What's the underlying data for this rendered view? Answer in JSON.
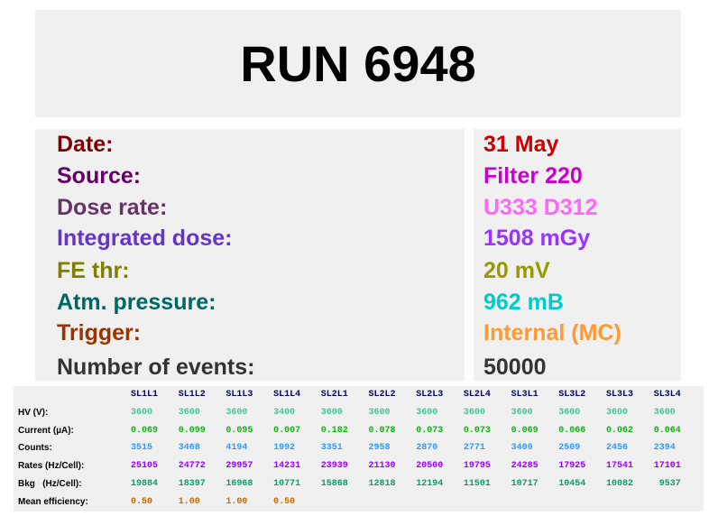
{
  "title": "RUN 6948",
  "info": [
    {
      "label": "Date:",
      "value": "31 May",
      "label_color": "#7f0000",
      "value_color": "#cc0000"
    },
    {
      "label": "Source:",
      "value": "Filter 220",
      "label_color": "#660066",
      "value_color": "#cc00cc"
    },
    {
      "label": "Dose rate:",
      "value": "U333 D312",
      "label_color": "#663366",
      "value_color": "#ff66ff"
    },
    {
      "label": "Integrated dose:",
      "value": "1508 mGy",
      "label_color": "#6633cc",
      "value_color": "#9933ff"
    },
    {
      "label": "FE thr:",
      "value": "20 mV",
      "label_color": "#808000",
      "value_color": "#999900"
    },
    {
      "label": "Atm. pressure:",
      "value": "962 mB",
      "label_color": "#006666",
      "value_color": "#00cccc"
    },
    {
      "label": "Trigger:",
      "value": "Internal (MC)",
      "label_color": "#993300",
      "value_color": "#ff9933"
    },
    {
      "label": "Number of events:",
      "value": "50000",
      "label_color": "#333333",
      "value_color": "#333333"
    }
  ],
  "table": {
    "columns": [
      "SL1L1",
      "SL1L2",
      "SL1L3",
      "SL1L4",
      "SL2L1",
      "SL2L2",
      "SL2L3",
      "SL2L4",
      "SL3L1",
      "SL3L2",
      "SL3L3",
      "SL3L4"
    ],
    "rows": [
      {
        "label": "HV (V):",
        "color": "#33cc99",
        "values": [
          "3600",
          "3600",
          "3600",
          "3400",
          "3600",
          "3600",
          "3600",
          "3600",
          "3600",
          "3600",
          "3600",
          "3600"
        ]
      },
      {
        "label": "Current (µA):",
        "color": "#00bb00",
        "values": [
          "0.069",
          "0.099",
          "0.095",
          "0.007",
          "0.182",
          "0.078",
          "0.073",
          "0.073",
          "0.069",
          "0.066",
          "0.062",
          "0.064"
        ]
      },
      {
        "label": "Counts:",
        "color": "#3399ff",
        "values": [
          "3515",
          "3468",
          "4194",
          "1992",
          "3351",
          "2958",
          "2870",
          "2771",
          "3400",
          "2509",
          "2456",
          "2394"
        ]
      },
      {
        "label": "Rates (Hz/Cell):",
        "color": "#9900ff",
        "values": [
          "25105",
          "24772",
          "29957",
          "14231",
          "23939",
          "21130",
          "20500",
          "19795",
          "24285",
          "17925",
          "17541",
          "17101"
        ]
      },
      {
        "label": "Bkg   (Hz/Cell):",
        "color": "#119966",
        "values": [
          "19884",
          "18397",
          "16968",
          "10771",
          "15868",
          "12818",
          "12194",
          "11501",
          "10717",
          "10454",
          "10082",
          " 9537"
        ]
      },
      {
        "label": "Mean efficiency:",
        "color": "#cc6600",
        "values": [
          "0.50",
          "1.00",
          "1.00",
          "0.50"
        ]
      }
    ]
  }
}
